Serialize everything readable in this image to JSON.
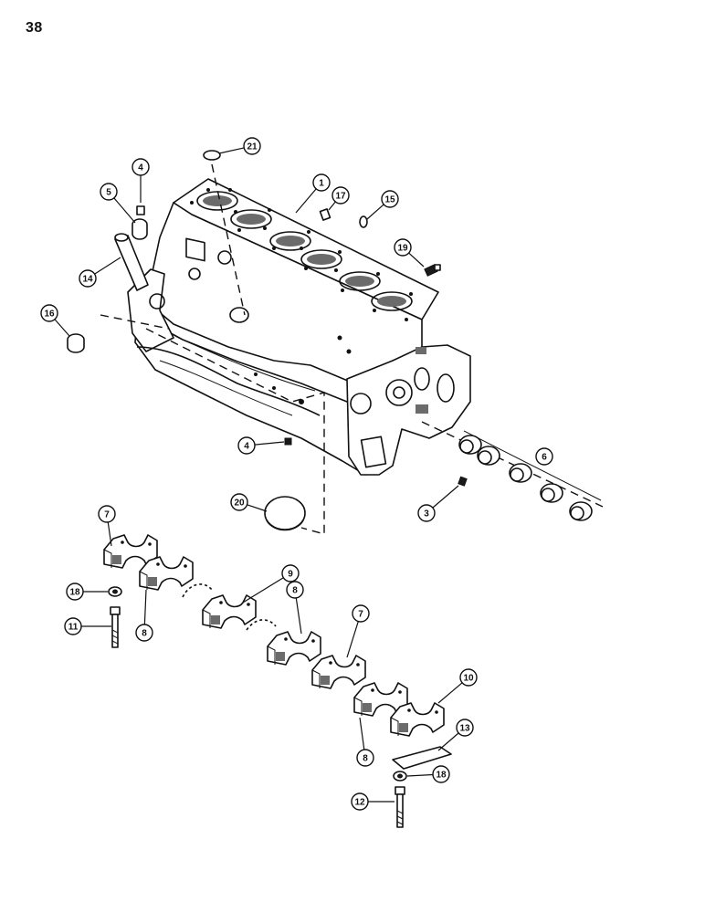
{
  "page": {
    "number": "38"
  },
  "callouts": [
    {
      "id": "c1",
      "label": "1"
    },
    {
      "id": "c3",
      "label": "3"
    },
    {
      "id": "c4a",
      "label": "4"
    },
    {
      "id": "c4b",
      "label": "4"
    },
    {
      "id": "c5",
      "label": "5"
    },
    {
      "id": "c6",
      "label": "6"
    },
    {
      "id": "c7a",
      "label": "7"
    },
    {
      "id": "c7b",
      "label": "7"
    },
    {
      "id": "c8a",
      "label": "8"
    },
    {
      "id": "c8b",
      "label": "8"
    },
    {
      "id": "c8c",
      "label": "8"
    },
    {
      "id": "c9",
      "label": "9"
    },
    {
      "id": "c10",
      "label": "10"
    },
    {
      "id": "c11",
      "label": "11"
    },
    {
      "id": "c12",
      "label": "12"
    },
    {
      "id": "c13",
      "label": "13"
    },
    {
      "id": "c14",
      "label": "14"
    },
    {
      "id": "c15",
      "label": "15"
    },
    {
      "id": "c16",
      "label": "16"
    },
    {
      "id": "c17",
      "label": "17"
    },
    {
      "id": "c18a",
      "label": "18"
    },
    {
      "id": "c18b",
      "label": "18"
    },
    {
      "id": "c19",
      "label": "19"
    },
    {
      "id": "c20",
      "label": "20"
    },
    {
      "id": "c21",
      "label": "21"
    }
  ]
}
